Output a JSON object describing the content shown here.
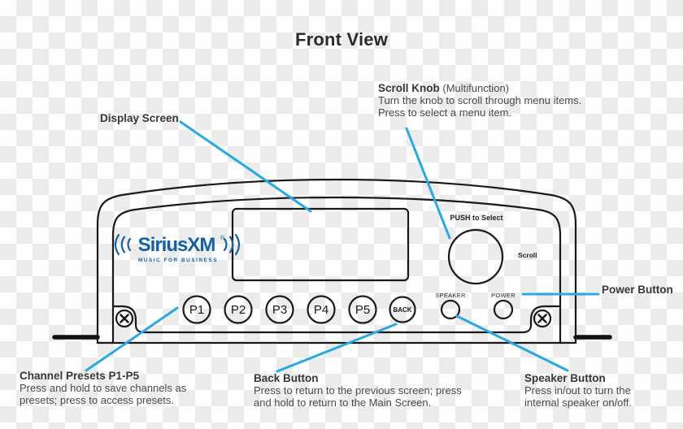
{
  "title": "Front View",
  "colors": {
    "leader_line": "#29A9E1",
    "device_line": "#1a1a1a",
    "logo_blue": "#1560A5",
    "heading_text": "#383838",
    "body_text": "#4a4a4a"
  },
  "device": {
    "logo": {
      "brand": "SiriusXM",
      "registered": "®",
      "tagline": "MUSIC FOR BUSINESS"
    },
    "knob": {
      "push_label": "PUSH to Select",
      "scroll_label": "Scroll"
    },
    "buttons": {
      "presets": [
        "P1",
        "P2",
        "P3",
        "P4",
        "P5"
      ],
      "back": "BACK",
      "speaker_label": "SPEAKER",
      "power_label": "POWER"
    }
  },
  "callouts": {
    "display": {
      "label": "Display Screen"
    },
    "scroll_knob": {
      "label": "Scroll Knob",
      "label_suffix": " (Multifunction)",
      "line1": "Turn the knob to scroll through menu items.",
      "line2": "Press to select a menu item."
    },
    "power": {
      "label": "Power Button"
    },
    "presets": {
      "label": "Channel Presets P1-P5",
      "line1": "Press and hold to save channels as",
      "line2": "presets; press to access presets."
    },
    "back": {
      "label": "Back Button",
      "line1": "Press to return to the previous screen; press",
      "line2": "and hold to return to the Main Screen."
    },
    "speaker": {
      "label": "Speaker Button",
      "line1": "Press in/out to turn the",
      "line2": "internal speaker on/off."
    }
  }
}
